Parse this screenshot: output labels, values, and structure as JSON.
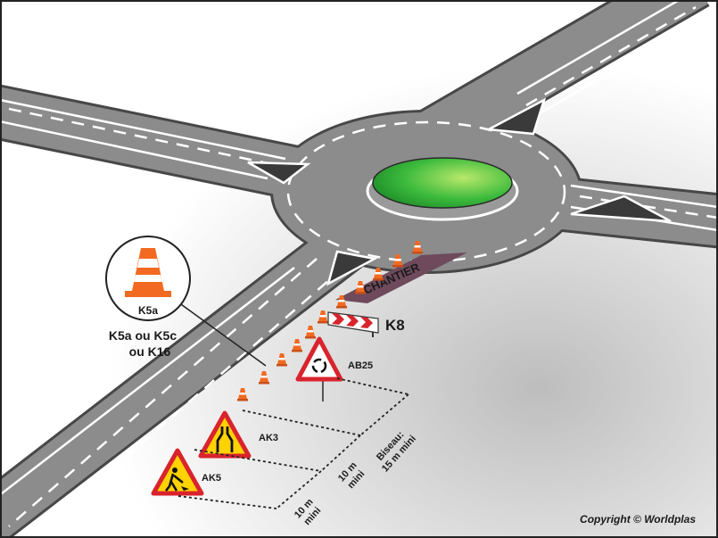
{
  "labels": {
    "cone_badge": "K5a",
    "cone_caption_line1": "K5a ou K5c",
    "cone_caption_line2": "ou K16",
    "work_zone": "CHANTIER",
    "barrier": "K8",
    "roundabout_sign": "AB25",
    "narrowing_sign": "AK3",
    "roadworks_sign": "AK5",
    "taper_line1": "Biseau:",
    "taper_line2": "15 m mini",
    "distance1_line1": "10 m",
    "distance1_line2": "mini",
    "distance2_line1": "10 m",
    "distance2_line2": "mini"
  },
  "copyright": "Copyright © Worldplas",
  "colors": {
    "road": "#8c8c8c",
    "road_edge": "#4a4a4a",
    "island_green": "#3dbb3d",
    "cone_orange": "#f26a21",
    "sign_red": "#d9232d",
    "sign_yellow": "#ffd200",
    "chantier_band": "#6e4a5c"
  },
  "icons": [
    "traffic-cone-icon",
    "roundabout-warning-sign-icon",
    "road-narrows-sign-icon",
    "roadworks-sign-icon",
    "chevron-barrier-icon"
  ]
}
